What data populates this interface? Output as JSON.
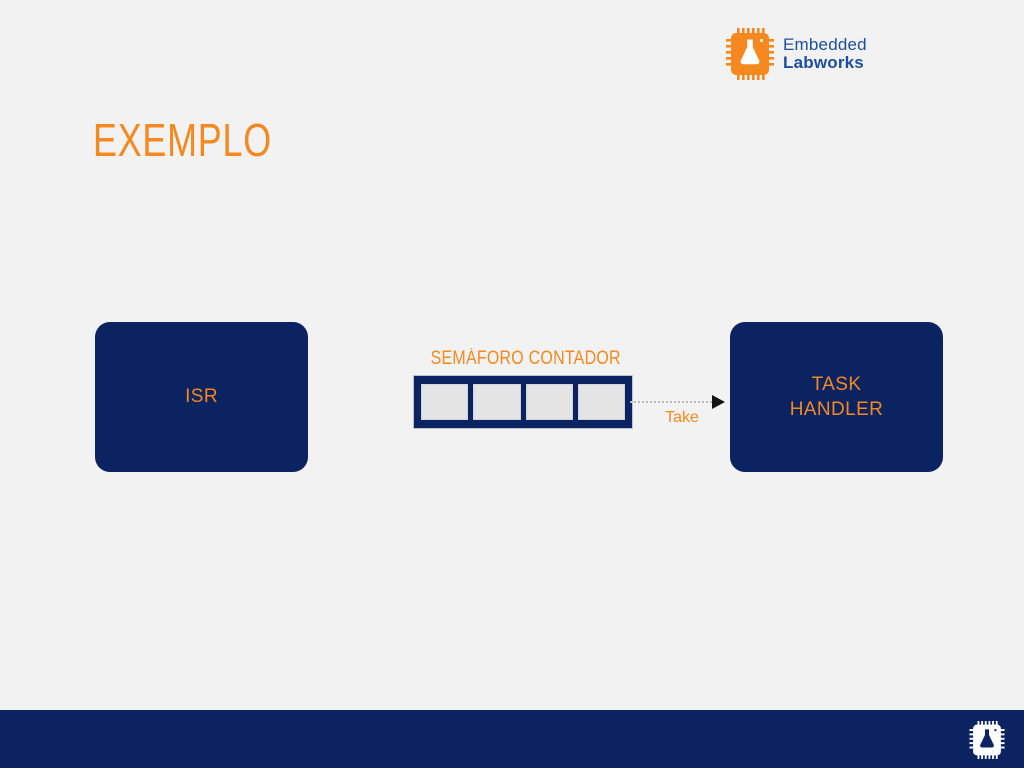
{
  "slide": {
    "title": "EXEMPLO",
    "background_color": "#f2f2f2",
    "navy": "#0b2361",
    "orange": "#f5881f",
    "logo_blue": "#1d4f9e"
  },
  "brand": {
    "icon": "chip-flask-icon",
    "line1": "Embedded",
    "line2": "Labworks"
  },
  "diagram": {
    "isr": {
      "label": "ISR"
    },
    "semaphore": {
      "label": "SEMÁFORO CONTADOR",
      "slot_count": 4,
      "slots": [
        "",
        "",
        "",
        ""
      ],
      "filled": 0
    },
    "arrow": {
      "label": "Take",
      "direction": "right",
      "style": "dotted",
      "head": "arrow-head-icon"
    },
    "handler": {
      "line1": "TASK",
      "line2": "HANDLER"
    }
  },
  "footer": {
    "icon": "chip-flask-icon"
  }
}
